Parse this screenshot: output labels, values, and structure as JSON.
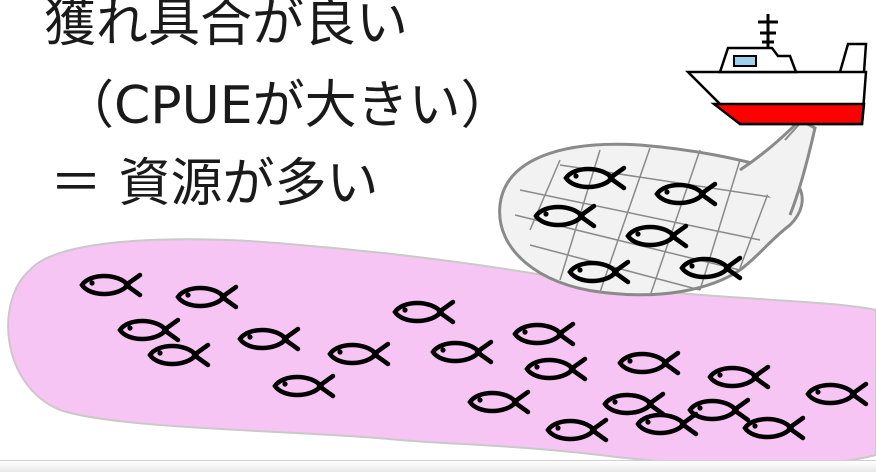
{
  "caption": {
    "line1": "獲れ具合が良い",
    "line2": "（CPUEが大きい）",
    "line3": "＝ 資源が多い"
  },
  "colors": {
    "sea_fill": "#f7c5f3",
    "sea_stroke": "#c9c9c9",
    "net_fill": "#f2f2f2",
    "net_stroke": "#8a8a8a",
    "ship_hull_red": "#ff0000",
    "ship_body": "#ffffff",
    "ship_window": "#9fd0ee",
    "fish_stroke": "#000000",
    "text": "#1a1a1a"
  },
  "icons": {
    "ship": "fishing-boat-icon",
    "fish": "fish-icon",
    "net": "fishing-net-icon"
  },
  "counts": {
    "fish_in_sea": 20,
    "fish_in_net": 6
  }
}
